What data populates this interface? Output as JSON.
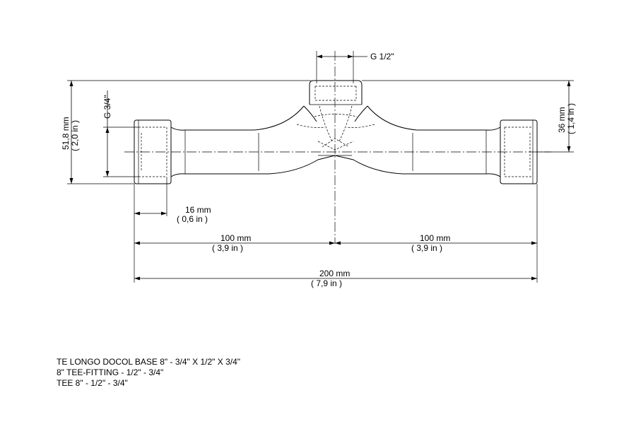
{
  "dimensions": {
    "thread_top": "G 1/2\"",
    "thread_side": "G 3/4\"",
    "height_mm": "51,8 mm",
    "height_in": "( 2,0 in )",
    "right_height_mm": "36 mm",
    "right_height_in": "( 1,4 in )",
    "thread_len_mm": "16 mm",
    "thread_len_in": "( 0,6 in )",
    "half_left_mm": "100 mm",
    "half_left_in": "( 3,9 in )",
    "half_right_mm": "100 mm",
    "half_right_in": "( 3,9 in )",
    "total_mm": "200 mm",
    "total_in": "( 7,9 in )"
  },
  "title_lines": [
    "TE LONGO DOCOL BASE 8\" - 3/4\" X 1/2\" X 3/4\"",
    "8\" TEE-FITTING - 1/2\" - 3/4\"",
    "TEE 8\" - 1/2\" - 3/4\""
  ]
}
